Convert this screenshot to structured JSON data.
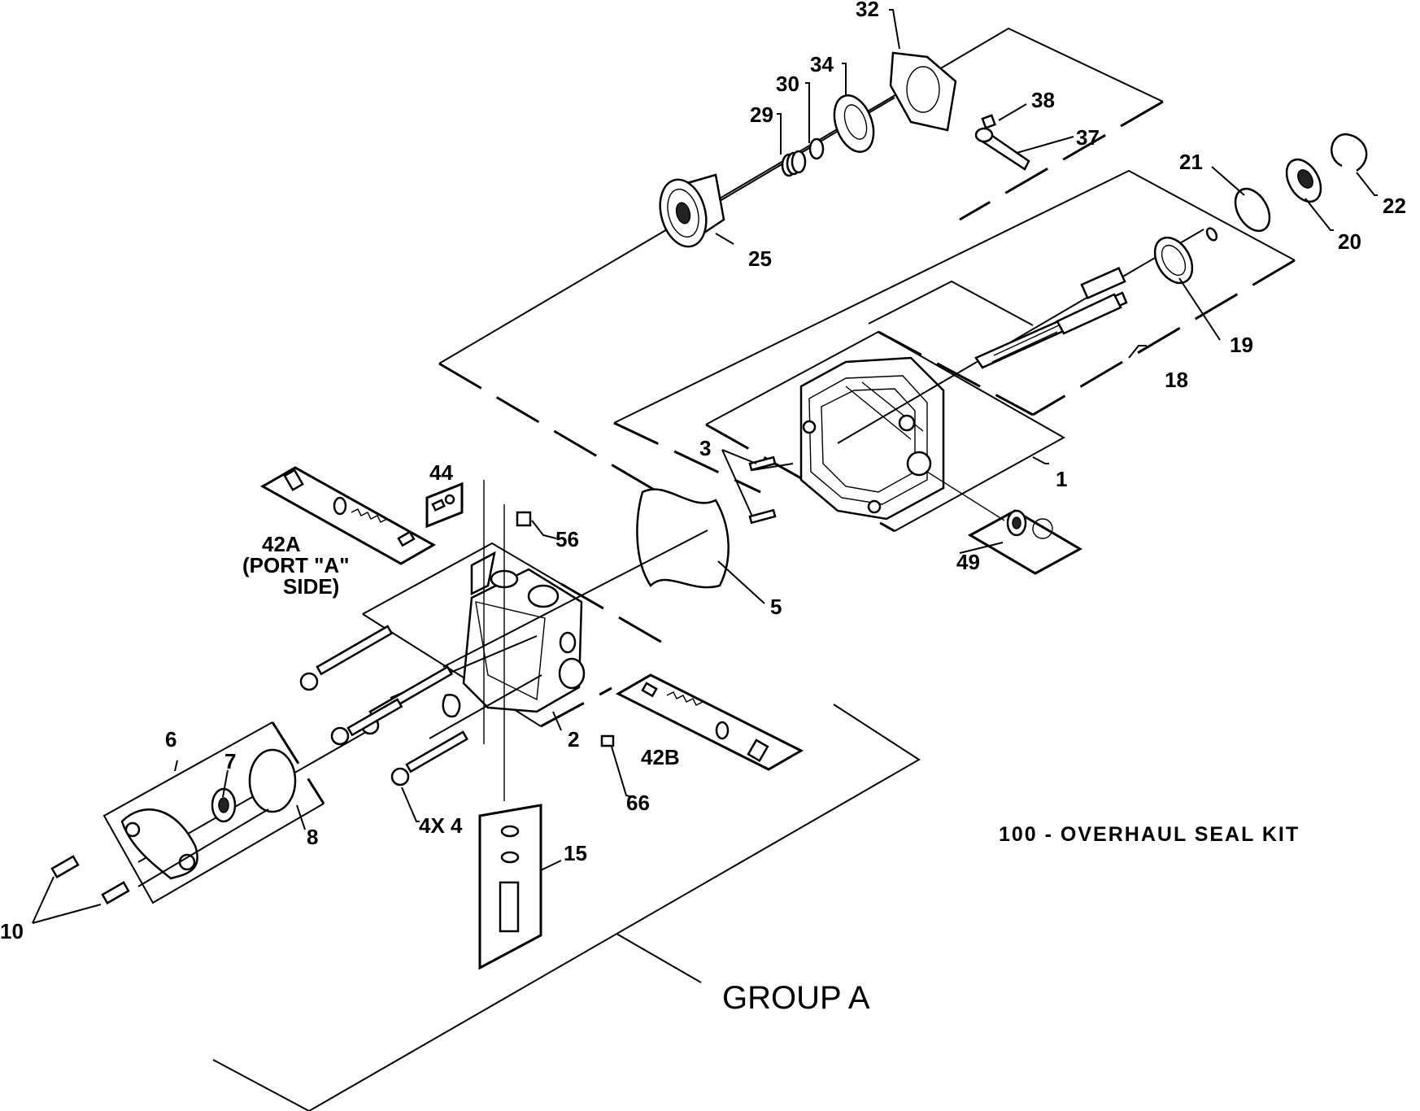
{
  "callouts": {
    "p1": "1",
    "p2": "2",
    "p3": "3",
    "p4": "4X 4",
    "p5": "5",
    "p6": "6",
    "p7": "7",
    "p8": "8",
    "p10": "10",
    "p15": "15",
    "p18": "18",
    "p19": "19",
    "p20": "20",
    "p21": "21",
    "p22": "22",
    "p25": "25",
    "p29": "29",
    "p30": "30",
    "p32": "32",
    "p34": "34",
    "p37": "37",
    "p38": "38",
    "p42a": "42A",
    "p42a_note1": "(PORT \"A\"",
    "p42a_note2": "SIDE)",
    "p42b": "42B",
    "p44": "44",
    "p49": "49",
    "p56": "56",
    "p66": "66"
  },
  "group_label": "GROUP A",
  "kit_note": "100 - OVERHAUL SEAL KIT"
}
